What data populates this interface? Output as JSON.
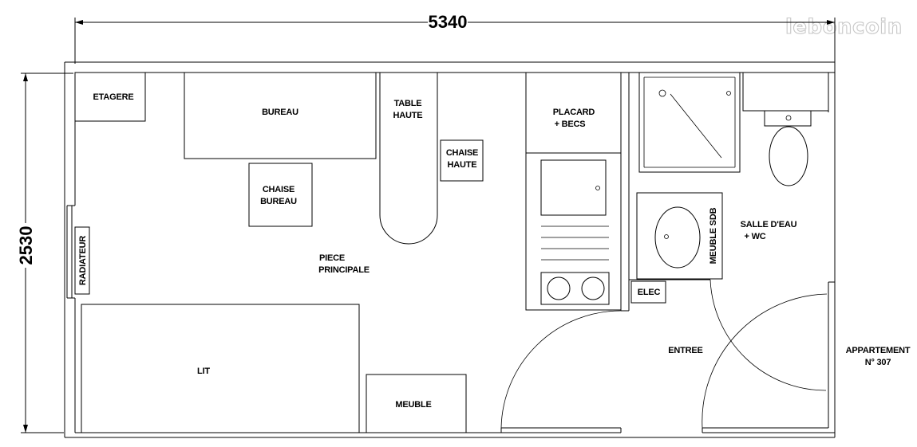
{
  "watermark": "leboncoin",
  "dimensions": {
    "width": "5340",
    "height": "2530"
  },
  "rooms": {
    "etagere": "ETAGERE",
    "bureau": "BUREAU",
    "table_haute": [
      "TABLE",
      "HAUTE"
    ],
    "chaise_haute": [
      "CHAISE",
      "HAUTE"
    ],
    "chaise_bureau": [
      "CHAISE",
      "BUREAU"
    ],
    "placard": [
      "PLACARD",
      "+ BECS"
    ],
    "radiateur": "RADIATEUR",
    "piece_principale": [
      "PIECE",
      "PRINCIPALE"
    ],
    "lit": "LIT",
    "meuble": "MEUBLE",
    "meuble_sdb": "MEUBLE SDB",
    "salle_eau": [
      "SALLE D'EAU",
      "+ WC"
    ],
    "elec": "ELEC",
    "entree": "ENTREE",
    "appartement": [
      "APPARTEMENT",
      "N° 307"
    ]
  }
}
